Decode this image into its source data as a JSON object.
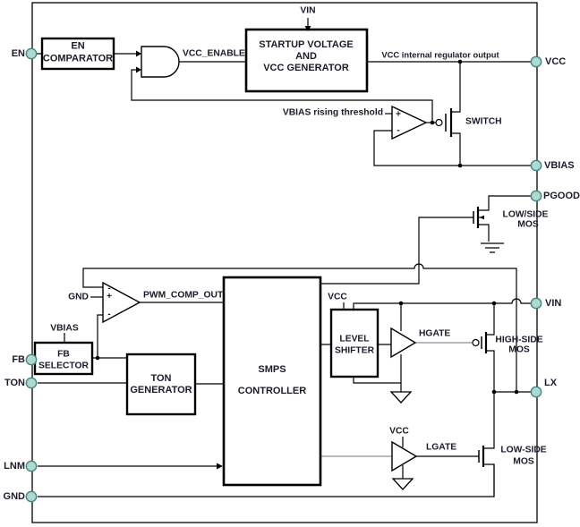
{
  "colors": {
    "background": "#ffffff",
    "wire": "#000000",
    "gray_wire": "#8f9193",
    "text": "#1b1b29",
    "pin_fill": "#aed8d2",
    "pin_stroke": "#45867e"
  },
  "pins": {
    "left": [
      {
        "label": "EN"
      },
      {
        "label": "FB"
      },
      {
        "label": "TON"
      },
      {
        "label": "LNM"
      },
      {
        "label": "GND"
      }
    ],
    "right": [
      {
        "label": "VCC"
      },
      {
        "label": "VBIAS"
      },
      {
        "label": "PGOOD"
      },
      {
        "label": "VIN"
      },
      {
        "label": "LX"
      }
    ]
  },
  "blocks": {
    "en_comparator": {
      "line1": "EN",
      "line2": "COMPARATOR"
    },
    "startup": {
      "line1": "STARTUP VOLTAGE",
      "line2": "AND",
      "line3": "VCC GENERATOR"
    },
    "fb_selector": {
      "line1": "FB",
      "line2": "SELECTOR"
    },
    "ton_generator": {
      "line1": "TON",
      "line2": "GENERATOR"
    },
    "smps_controller": {
      "line1": "SMPS",
      "line2": "CONTROLLER"
    },
    "level_shifter": {
      "line1": "LEVEL",
      "line2": "SHIFTER"
    }
  },
  "nets": {
    "vin_top": "VIN",
    "vcc_enable": "VCC_ENABLE",
    "vcc_internal_regulator": "VCC internal regulator output",
    "vbias_rising_threshold": "VBIAS rising threshold",
    "switch": "SWITCH",
    "pwm_comp_out": "PWM_COMP_OUT",
    "gnd_input": "GND",
    "vbias_fb": "VBIAS",
    "vcc_level_shifter": "VCC",
    "vcc_lgate_driver": "VCC",
    "hgate": "HGATE",
    "lgate": "LGATE"
  },
  "mosfets": {
    "pgood_mos_line1": "LOW/SIDE",
    "pgood_mos_line2": "MOS",
    "highside_line1": "HIGH-SIDE",
    "highside_line2": "MOS",
    "lowside_line1": "LOW-SIDE",
    "lowside_line2": "MOS"
  },
  "comparator_signs": {
    "plus": "+",
    "minus": "-"
  }
}
